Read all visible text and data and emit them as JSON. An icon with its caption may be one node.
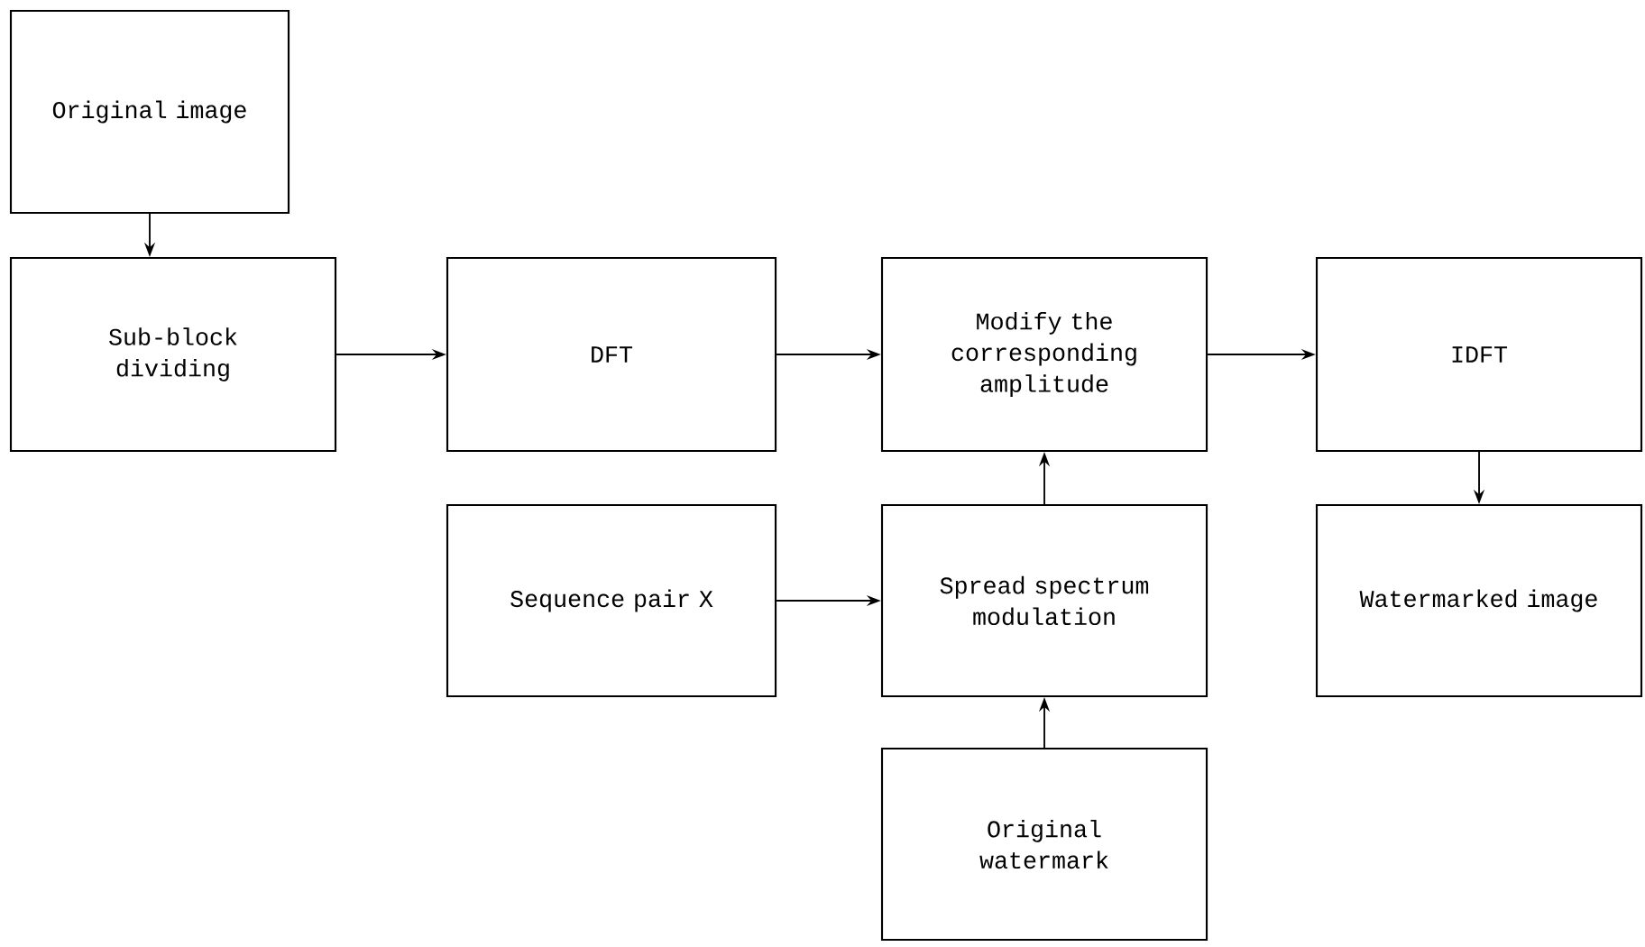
{
  "diagram": {
    "nodes": [
      {
        "text": [
          "Original image"
        ]
      },
      {
        "text": [
          "Sub-block dividing"
        ]
      },
      {
        "text": [
          "DFT"
        ]
      },
      {
        "text": [
          "Modify the corresponding amplitude"
        ]
      },
      {
        "text": [
          "IDFT"
        ]
      },
      {
        "text": [
          "Sequence pair X"
        ]
      },
      {
        "text": [
          "Spread spectrum modulation"
        ]
      },
      {
        "text": [
          "Watermarked image"
        ]
      },
      {
        "text": [
          "Original watermark"
        ]
      }
    ],
    "edges": [
      {
        "from": 0,
        "to": 1,
        "arrow": "to"
      },
      {
        "from": 1,
        "to": 2,
        "arrow": "to"
      },
      {
        "from": 2,
        "to": 3,
        "arrow": "to"
      },
      {
        "from": 3,
        "to": 4,
        "arrow": "to"
      },
      {
        "from": 4,
        "to": 7,
        "arrow": "to"
      },
      {
        "from": 5,
        "to": 6,
        "arrow": "to"
      },
      {
        "from": 6,
        "to": 3,
        "arrow": "to"
      },
      {
        "from": 8,
        "to": 6,
        "arrow": "to"
      }
    ]
  }
}
